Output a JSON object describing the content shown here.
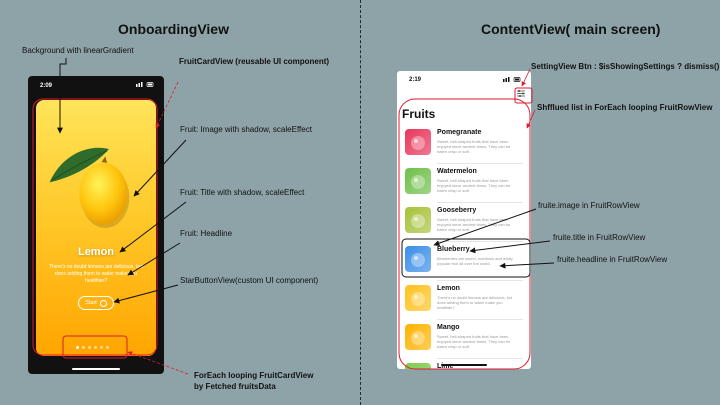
{
  "left": {
    "title": "OnboardingView",
    "phone": {
      "time": "2:09",
      "fruit_title": "Lemon",
      "fruit_headline": "There's no doubt lemons are delicious, but does adding them to water make you healthier?",
      "start_label": "Start"
    },
    "labels": {
      "background": "Background with linearGradient",
      "card": "FruitCardView (reusable UI component)",
      "image": "Fruit: Image with shadow, scaleEffect",
      "title": "Fruit: Title with shadow, scaleEffect",
      "headline": "Fruit: Headline",
      "start": "StarButtonView(custom UI component)",
      "foreach_line1": "ForEach looping FruitCardView",
      "foreach_line2": "by Fetched fruitsData"
    }
  },
  "right": {
    "title": "ContentView( main screen)",
    "phone": {
      "time": "2:19",
      "list_title": "Fruits",
      "rows": [
        {
          "name": "Pomegranate",
          "desc": "Sweet, bell-shaped fruits that have been enjoyed since ancient times. They can be eaten crisp or soft.",
          "color": "#e8365a"
        },
        {
          "name": "Watermelon",
          "desc": "Sweet, bell-shaped fruits that have been enjoyed since ancient times. They can be eaten crisp or soft.",
          "color": "#6fbf4a"
        },
        {
          "name": "Gooseberry",
          "desc": "Sweet, bell-shaped fruits that have been enjoyed since ancient times. They can be eaten crisp or soft.",
          "color": "#a5c23a"
        },
        {
          "name": "Blueberry",
          "desc": "Blueberries are sweet, nutritious and wildly popular fruit all over the world.",
          "color": "#3a8ee8"
        },
        {
          "name": "Lemon",
          "desc": "There's no doubt lemons are delicious, but does adding them to water make you healthier?",
          "color": "#ffc21e"
        },
        {
          "name": "Mango",
          "desc": "Sweet, bell-shaped fruits that have been enjoyed since ancient times. They can be eaten crisp or soft.",
          "color": "#ffb300"
        },
        {
          "name": "Lime",
          "desc": "",
          "color": "#7ccc4a"
        }
      ]
    },
    "labels": {
      "settings": "SettingView Btn :  $isShowingSettings ? dismiss()",
      "list": "Shfflued list in ForEach looping FruitRowView",
      "image": "fruite.image in FruitRowView",
      "title": "fruite.title in FruitRowView",
      "headline": "fruite.headline in FruitRowView"
    }
  },
  "colors": {
    "background": "#8da3a8",
    "annotation": "#e0192b",
    "arrow": "#111111"
  }
}
